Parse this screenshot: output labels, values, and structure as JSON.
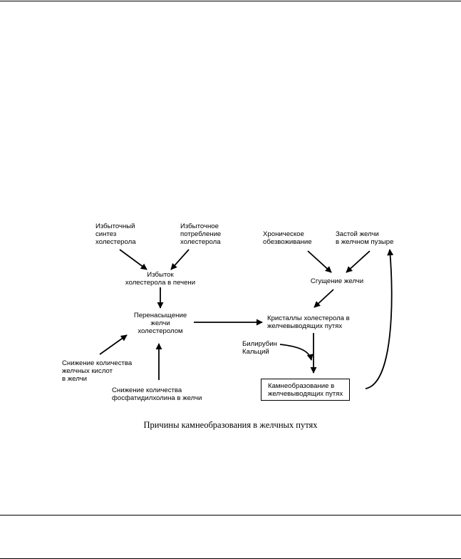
{
  "diagram": {
    "nodes": {
      "excess_synthesis": "Избыточный\nсинтез\nхолестерола",
      "excess_intake": "Избыточное\nпотребление\nхолестерола",
      "dehydration": "Хроническое\nобезвоживание",
      "stasis": "Застой желчи\nв желчном пузыре",
      "liver_excess": "Избыток\nхолестерола в печени",
      "thickening": "Сгущение желчи",
      "supersaturation": "Перенасыщение\nжелчи\nхолестеролом",
      "crystals": "Кристаллы холестерола в\nжелчевыводящих путях",
      "bile_acids": "Снижение количества\nжелчных кислот\nв желчи",
      "phosphatidylcholine": "Снижение количества\nфосфатидилхолина в желчи",
      "bilirubin_calcium": "Билирубин\nКальций",
      "stone_formation": "Камнеобразование в\nжелчевыводящих путях"
    },
    "caption": "Причины камнеобразования в желчных путях"
  }
}
